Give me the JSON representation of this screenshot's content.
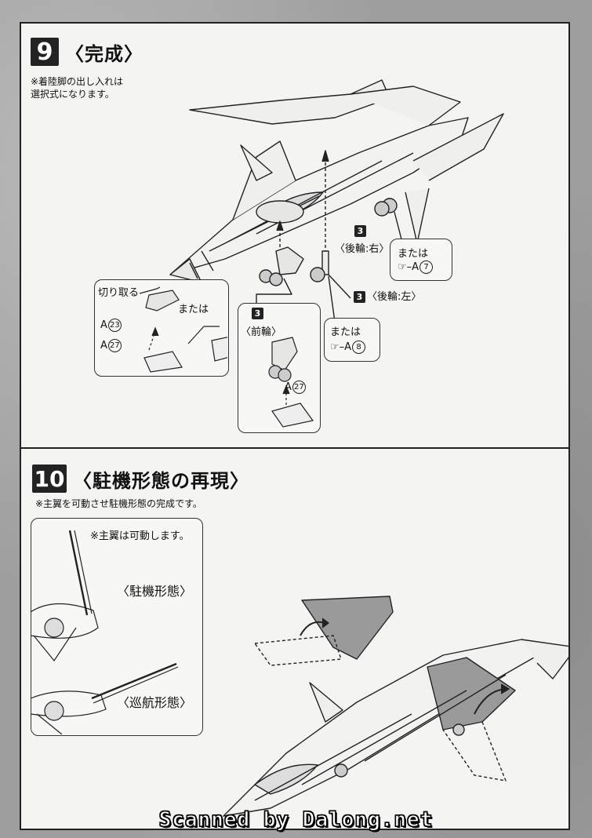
{
  "step9": {
    "number": "9",
    "title": "〈完成〉",
    "note": "※着陸脚の出し入れは\n選択式になります。",
    "cut_label": "切り取る",
    "part_a23": "A",
    "part_a23_num": "23",
    "part_a27": "A",
    "part_a27_num": "27",
    "or_left": "または",
    "front_badge": "3",
    "front_wheel": "〈前輪〉",
    "front_part": "A",
    "front_part_num": "27",
    "rear_right_badge": "3",
    "rear_right": "〈後輪:右〉",
    "or_right": "または",
    "or_right_part": "A",
    "or_right_part_num": "7",
    "rear_left_badge": "3",
    "rear_left": "〈後輪:左〉",
    "or_mid": "または",
    "or_mid_part": "A",
    "or_mid_part_num": "8"
  },
  "step10": {
    "number": "10",
    "title": "〈駐機形態の再現〉",
    "note": "※主翼を可動させ駐機形態の完成です。",
    "inset_note": "※主翼は可動します。",
    "parked": "〈駐機形態〉",
    "cruise": "〈巡航形態〉"
  },
  "footer": "Scanned by Dalong.net"
}
